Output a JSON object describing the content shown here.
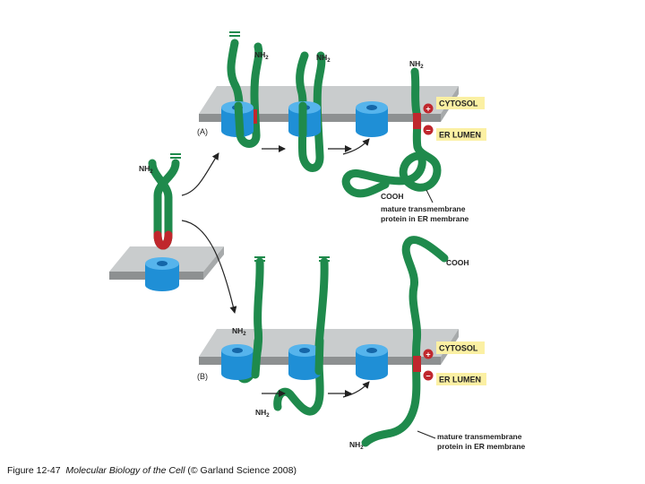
{
  "labels": {
    "nh2": "NH",
    "nh2_sub": "2",
    "cooh": "COOH",
    "cytosol": "CYTOSOL",
    "er_lumen": "ER LUMEN",
    "plus": "+",
    "minus": "−",
    "panel_a": "(A)",
    "panel_b": "(B)",
    "mature_line1": "mature transmembrane",
    "mature_line2": "protein in ER membrane"
  },
  "caption": {
    "prefix": "Figure 12-47",
    "title": "Molecular Biology of the Cell",
    "suffix": "(© Garland Science 2008)"
  },
  "colors": {
    "protein": "#1f8a4c",
    "translocon": "#1f8fd6",
    "translocon_dark": "#1466a8",
    "membrane_top": "#c9cccd",
    "membrane_side": "#8d9091",
    "charge_red": "#c0272d",
    "tag_yellow": "#fbf0a3"
  }
}
